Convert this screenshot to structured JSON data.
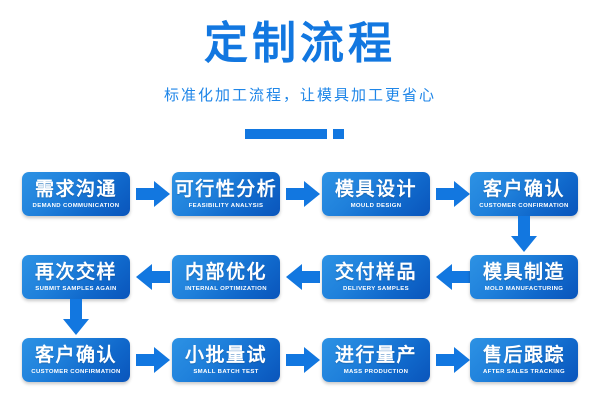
{
  "header": {
    "title": "定制流程",
    "subtitle": "标准化加工流程，让模具加工更省心",
    "title_color": "#1277e0",
    "subtitle_color": "#1f86e8",
    "divider_color": "#1277e0"
  },
  "theme": {
    "box_gradient_start": "#2d92e4",
    "box_gradient_end": "#0a55bb",
    "arrow_color": "#1277e0",
    "box_text_color": "#ffffff",
    "background": "#ffffff"
  },
  "flow": {
    "rows": [
      {
        "direction": "right",
        "steps": [
          {
            "cn": "需求沟通",
            "en": "DEMAND COMMUNICATION"
          },
          {
            "cn": "可行性分析",
            "en": "FEASIBILITY ANALYSIS"
          },
          {
            "cn": "模具设计",
            "en": "MOULD DESIGN"
          },
          {
            "cn": "客户确认",
            "en": "CUSTOMER CONFIRMATION"
          }
        ]
      },
      {
        "direction": "left",
        "steps": [
          {
            "cn": "再次交样",
            "en": "SUBMIT SAMPLES AGAIN"
          },
          {
            "cn": "内部优化",
            "en": "INTERNAL OPTIMIZATION"
          },
          {
            "cn": "交付样品",
            "en": "DELIVERY SAMPLES"
          },
          {
            "cn": "模具制造",
            "en": "MOLD MANUFACTURING"
          }
        ]
      },
      {
        "direction": "right",
        "steps": [
          {
            "cn": "客户确认",
            "en": "CUSTOMER CONFIRMATION"
          },
          {
            "cn": "小批量试",
            "en": "SMALL BATCH TEST"
          },
          {
            "cn": "进行量产",
            "en": "MASS PRODUCTION"
          },
          {
            "cn": "售后跟踪",
            "en": "AFTER SALES TRACKING"
          }
        ]
      }
    ]
  }
}
